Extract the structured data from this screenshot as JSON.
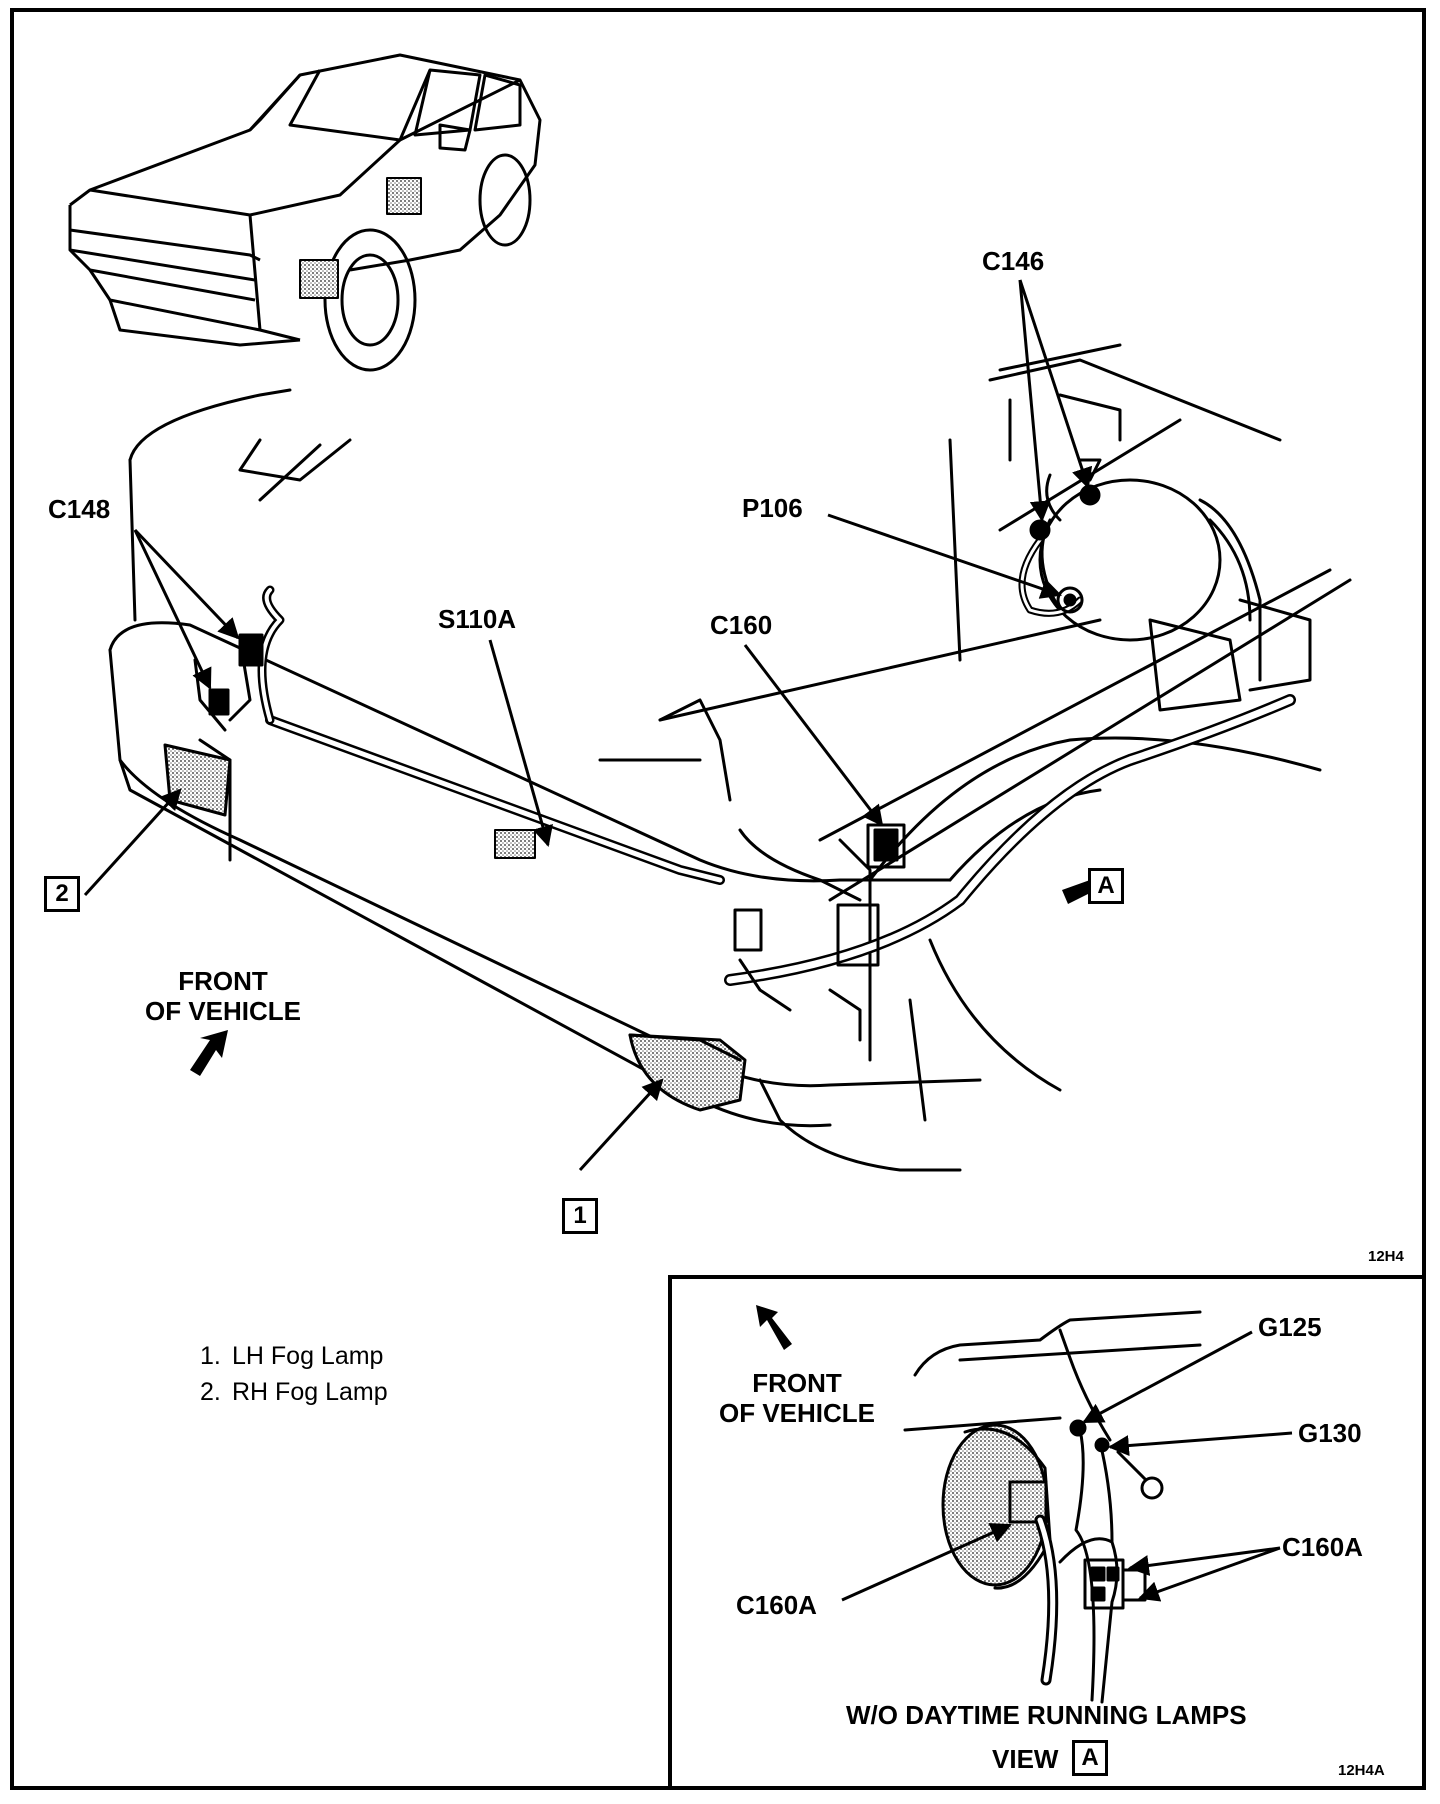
{
  "callouts": {
    "c146": "C146",
    "c148": "C148",
    "p106": "P106",
    "s110a": "S110A",
    "c160": "C160",
    "view_a_marker": "A",
    "lamp_1_marker": "1",
    "lamp_2_marker": "2"
  },
  "front_of_vehicle": {
    "line1": "FRONT",
    "line2": "OF VEHICLE"
  },
  "figure_code": "12H4",
  "legend": [
    {
      "num": "1.",
      "text": "LH Fog Lamp"
    },
    {
      "num": "2.",
      "text": "RH Fog Lamp"
    }
  ],
  "inset": {
    "front_line1": "FRONT",
    "front_line2": "OF VEHICLE",
    "g125": "G125",
    "g130": "G130",
    "c160a_right": "C160A",
    "c160a_left": "C160A",
    "caption": "W/O DAYTIME RUNNING LAMPS",
    "view_word": "VIEW",
    "view_marker": "A",
    "figure_code": "12H4A"
  },
  "colors": {
    "ink": "#000000",
    "shade": "#9a9a9a",
    "paper": "#ffffff"
  }
}
